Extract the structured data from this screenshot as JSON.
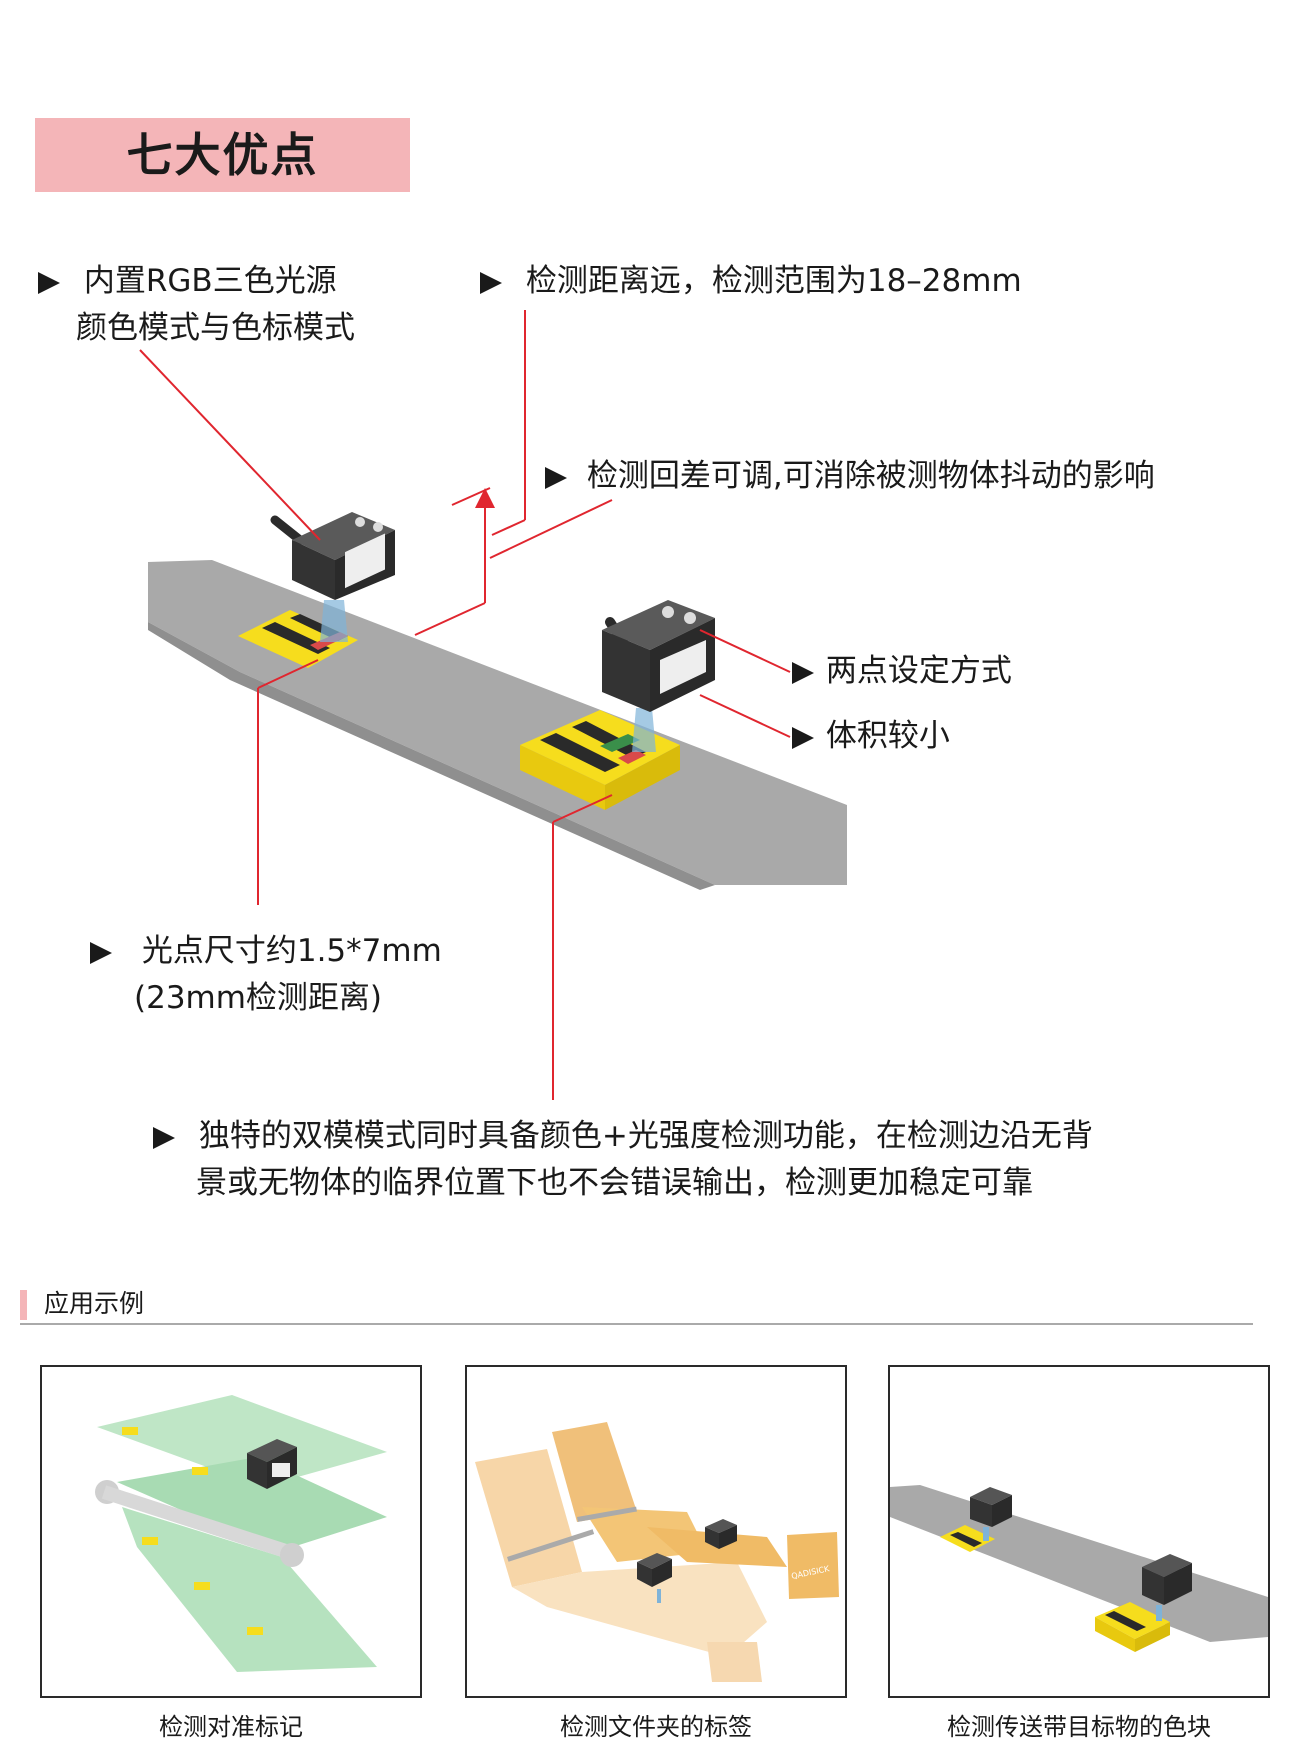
{
  "header": {
    "title": "七大优点"
  },
  "features": {
    "rgb_line1": "内置RGB三色光源",
    "rgb_line2": "颜色模式与色标模式",
    "distance": "检测距离远，检测范围为18–28mm",
    "hysteresis": "检测回差可调,可消除被测物体抖动的影响",
    "two_point": "两点设定方式",
    "small_size": "体积较小",
    "spot_line1": "光点尺寸约1.5*7mm",
    "spot_line2": "(23mm检测距离)",
    "dual_line1": "独特的双模模式同时具备颜色+光强度检测功能，在检测边沿无背",
    "dual_line2": "景或无物体的临界位置下也不会错误输出，检测更加稳定可靠"
  },
  "section": {
    "title": "应用示例"
  },
  "examples": [
    {
      "caption": "检测对准标记"
    },
    {
      "caption": "检测文件夹的标签"
    },
    {
      "caption": "检测传送带目标物的色块"
    }
  ],
  "brand_text": "QADISICK",
  "colors": {
    "accent_pink": "#f4b5b8",
    "red_line": "#e0262f",
    "belt_gray": "#a9a9a9",
    "label_yellow": "#f6dd1d"
  }
}
